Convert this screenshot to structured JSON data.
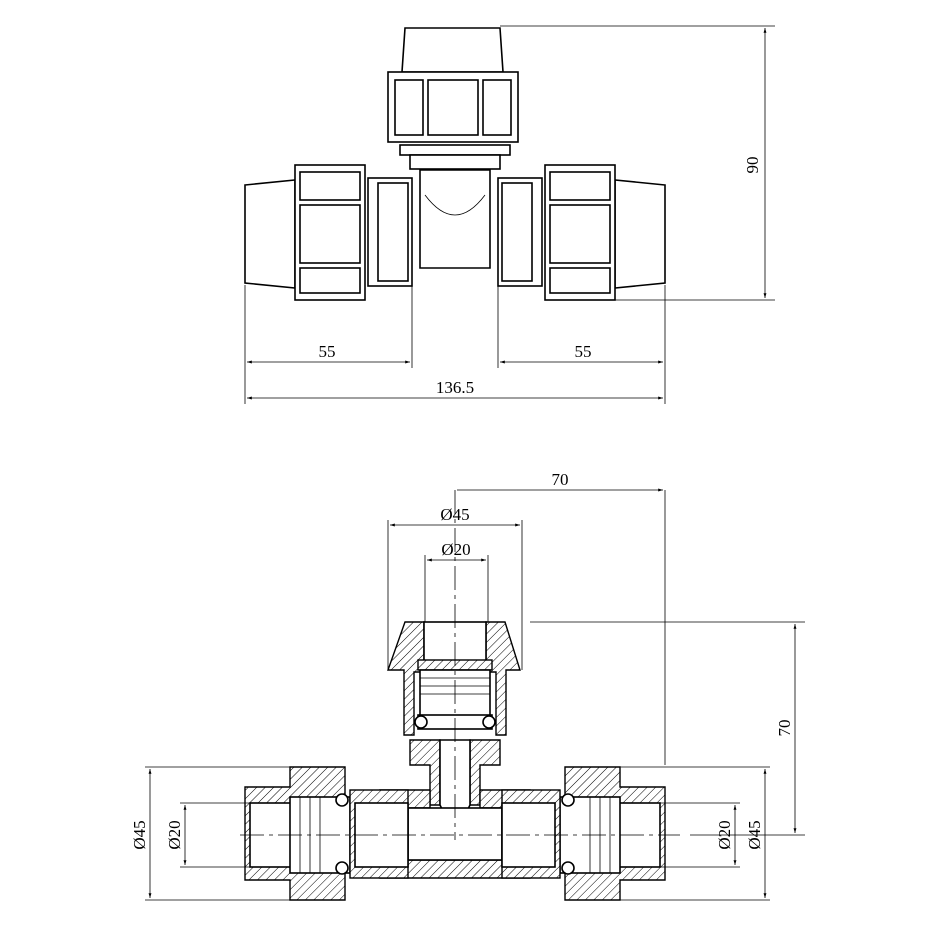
{
  "drawing": {
    "title": "Compression tee fitting technical drawing",
    "top_view": {
      "height_dim": "90",
      "left_length_dim": "55",
      "right_length_dim": "55",
      "total_length_dim": "136.5"
    },
    "section_view": {
      "branch_offset_dim": "70",
      "branch_outer_diameter": "Ø45",
      "branch_inner_diameter": "Ø20",
      "branch_height_dim": "70",
      "left_outer_diameter": "Ø45",
      "left_inner_diameter": "Ø20",
      "right_inner_diameter": "Ø20",
      "right_outer_diameter": "Ø45"
    }
  }
}
